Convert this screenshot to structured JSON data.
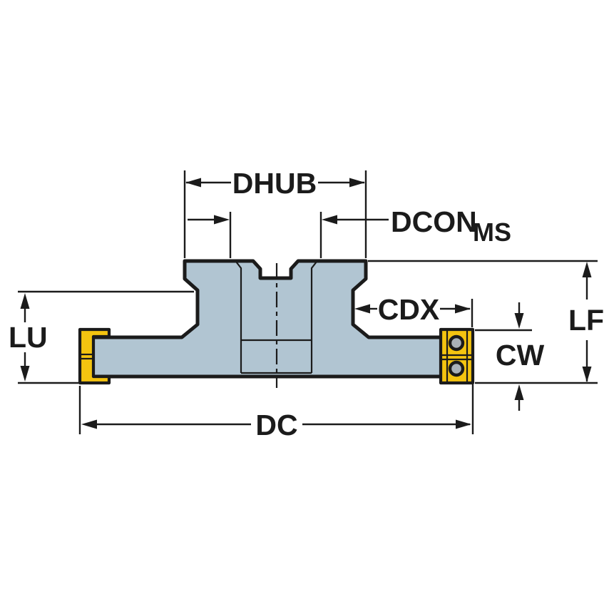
{
  "title": "Slotting cutter dimensional drawing",
  "labels": {
    "dhub": "DHUB",
    "dcon": "DCON",
    "dcon_sub": "MS",
    "cdx": "CDX",
    "lf": "LF",
    "cw": "CW",
    "lu": "LU",
    "dc": "DC"
  },
  "colors": {
    "background": "#ffffff",
    "outline": "#1b1b1b",
    "dimension": "#1b1b1b",
    "body_fill": "#b1c5d2",
    "insert_fill": "#f4c410",
    "screw_hole": "#a9b1b8"
  }
}
